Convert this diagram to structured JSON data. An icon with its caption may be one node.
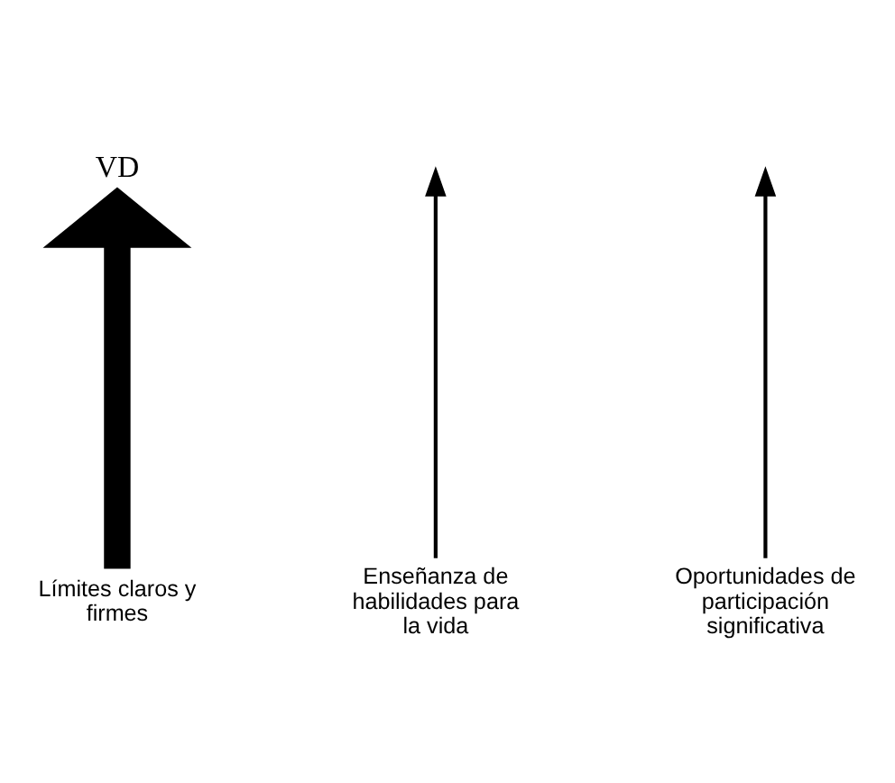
{
  "diagram": {
    "nodes": [
      {
        "text": [
          "VD"
        ]
      },
      {
        "text": [
          "Límites claros y firmes"
        ]
      },
      {
        "text": [
          "Enseñanza de habilidades para la vida"
        ]
      },
      {
        "text": [
          "Oportunidades de participación significativa"
        ]
      }
    ],
    "edges": [
      {
        "from": 1,
        "to": 0,
        "arrow": "to",
        "style": "thick"
      },
      {
        "from": 2,
        "to": null,
        "arrow": "to"
      },
      {
        "from": 3,
        "to": null,
        "arrow": "to"
      }
    ]
  }
}
